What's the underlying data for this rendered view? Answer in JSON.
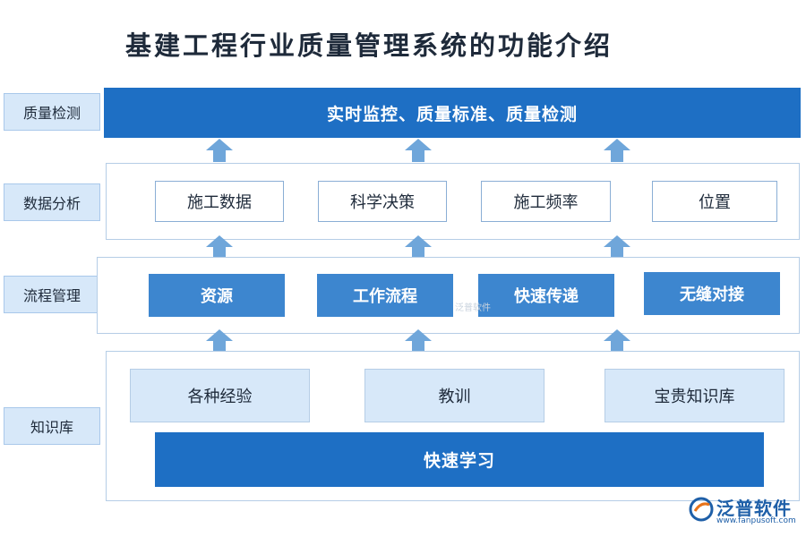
{
  "title": "基建工程行业质量管理系统的功能介绍",
  "side_labels": [
    "质量检测",
    "数据分析",
    "流程管理",
    "知识库"
  ],
  "layers": {
    "quality": {
      "bar": "实时监控、质量标准、质量检测"
    },
    "analysis": {
      "boxes": [
        "施工数据",
        "科学决策",
        "施工频率",
        "位置"
      ]
    },
    "process": {
      "boxes": [
        "资源",
        "工作流程",
        "快速传递",
        "无缝对接"
      ]
    },
    "knowledge": {
      "boxes": [
        "各种经验",
        "教训",
        "宝贵知识库"
      ],
      "bar": "快速学习"
    }
  },
  "watermark": "泛普软件",
  "logo": {
    "name": "泛普软件",
    "url": "www.fanpusoft.com"
  },
  "colors": {
    "dark_blue": "#1e6fc4",
    "mid_blue": "#3d86cf",
    "light_blue": "#d7e8f9",
    "border": "#b5cde6"
  }
}
